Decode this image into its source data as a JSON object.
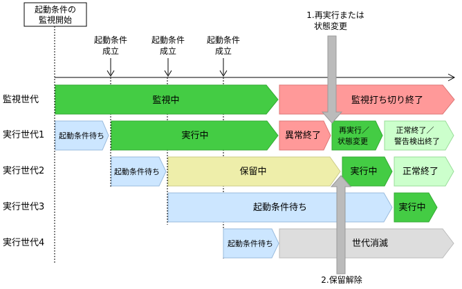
{
  "start_label": [
    "起動条件の",
    "監視開始"
  ],
  "condition_label": [
    "起動条件",
    "成立"
  ],
  "note1": [
    "1.再実行または",
    "状態変更"
  ],
  "note2": "2.保留解除",
  "rows": [
    "監視世代",
    "実行世代1",
    "実行世代2",
    "実行世代3",
    "実行世代4"
  ],
  "bars": {
    "watch_active": "監視中",
    "watch_end": "監視打ち切り終了",
    "g1_wait": "起動条件待ち",
    "g1_run": "実行中",
    "g1_abnormal": "異常終了",
    "g1_rerun": [
      "再実行／",
      "状態変更"
    ],
    "g1_done": [
      "正常終了／",
      "警告検出終了"
    ],
    "g2_wait": "起動条件待ち",
    "g2_hold": "保留中",
    "g2_run": "実行中",
    "g2_done": "正常終了",
    "g3_wait": "起動条件待ち",
    "g3_run": "実行中",
    "g4_wait": "起動条件待ち",
    "g4_gone": "世代消滅"
  },
  "colors": {
    "green": "#44cc44",
    "pink": "#ff9999",
    "light_green": "#ccffcc",
    "light_blue": "#cce6ff",
    "khaki": "#eeeeaa",
    "gray": "#dddddd",
    "arrow_gray": "#bbbbbb"
  }
}
